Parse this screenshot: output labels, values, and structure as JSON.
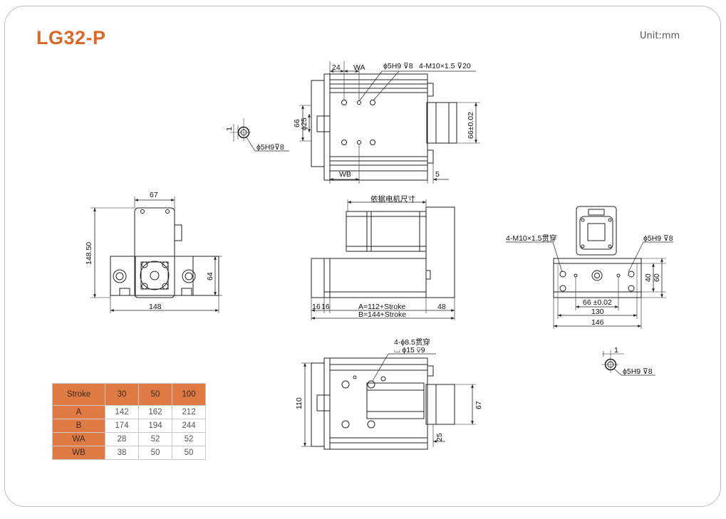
{
  "title": "LG32-P",
  "unit": "Unit:mm",
  "top_view": {
    "dim_24": "24",
    "dim_wa": "WA",
    "hole_note": "ϕ5H9 ⊽8",
    "tap_note": "4-M10×1.5 ⊽20",
    "dim_66": "66",
    "dim_d25": "ϕ25",
    "dim_66tol": "66±0.02",
    "dim_wb": "WB",
    "dim_5": "5"
  },
  "detail_a": {
    "dim_1": "1",
    "note": "ϕ5H9⊽8"
  },
  "end_view": {
    "dim_67": "67",
    "dim_148_50": "148.50",
    "dim_64": "64",
    "dim_148": "148"
  },
  "side_view": {
    "motor_note": "依据电机尺寸",
    "dim_16a": "16",
    "dim_16b": "16",
    "dim_a": "A=112+Stroke",
    "dim_b": "B=144+Stroke",
    "dim_48": "48"
  },
  "right_view": {
    "tap_note": "4-M10×1.5贯穿",
    "hole_note": "ϕ5H9 ⊽8",
    "dim_40": "40",
    "dim_60": "60",
    "dim_66tol": "66 ±0.02",
    "dim_130": "130",
    "dim_146": "146"
  },
  "detail_b": {
    "dim_1": "1",
    "note": "ϕ5H9 ⊽8"
  },
  "bottom_view": {
    "through_note": "4-ϕ8.5贯穿",
    "cbore_note": "⌴ ϕ15 ⊽9",
    "dim_110": "110",
    "dim_67": "67",
    "dim_25": "25"
  },
  "stroke_table": {
    "headers": [
      "Stroke",
      "30",
      "50",
      "100"
    ],
    "rows": [
      {
        "label": "A",
        "values": [
          "142",
          "162",
          "212"
        ]
      },
      {
        "label": "B",
        "values": [
          "174",
          "194",
          "244"
        ]
      },
      {
        "label": "WA",
        "values": [
          "28",
          "52",
          "52"
        ]
      },
      {
        "label": "WB",
        "values": [
          "38",
          "50",
          "50"
        ]
      }
    ]
  },
  "colors": {
    "accent": "#d9692a",
    "table_header": "#e07a45",
    "line": "#222222",
    "border": "#bdbdbd"
  }
}
